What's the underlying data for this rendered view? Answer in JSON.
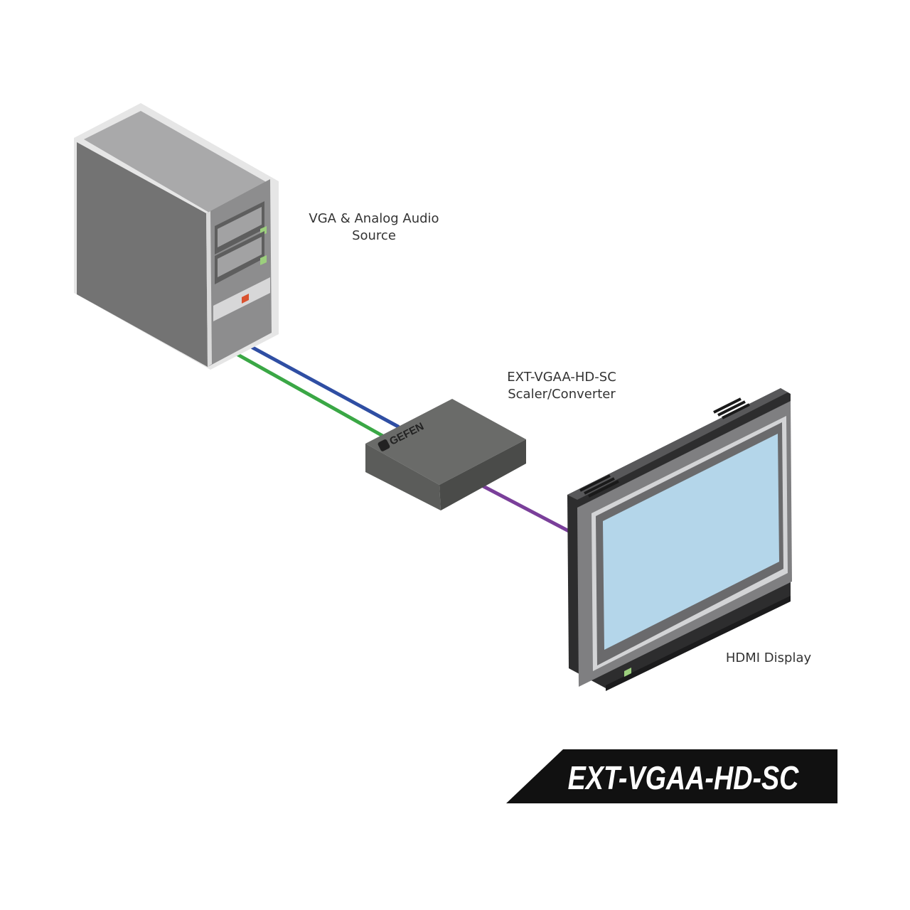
{
  "source": {
    "label_line1": "VGA & Analog Audio",
    "label_line2": "Source"
  },
  "scaler": {
    "label_line1": "EXT-VGAA-HD-SC",
    "label_line2": "Scaler/Converter",
    "brand_logo": "GEFEN"
  },
  "display": {
    "label": "HDMI Display"
  },
  "banner": {
    "product_name": "EXT-VGAA-HD-SC"
  },
  "colors": {
    "vga_cable": "#2f4ea3",
    "audio_cable": "#3aa745",
    "hdmi_cable": "#7a3f9a",
    "device_gray": "#6b6b6b",
    "screen": "#b4d6ea",
    "banner_bg": "#111111"
  },
  "icons": [
    "computer-tower-icon",
    "scaler-box-icon",
    "display-monitor-icon"
  ]
}
